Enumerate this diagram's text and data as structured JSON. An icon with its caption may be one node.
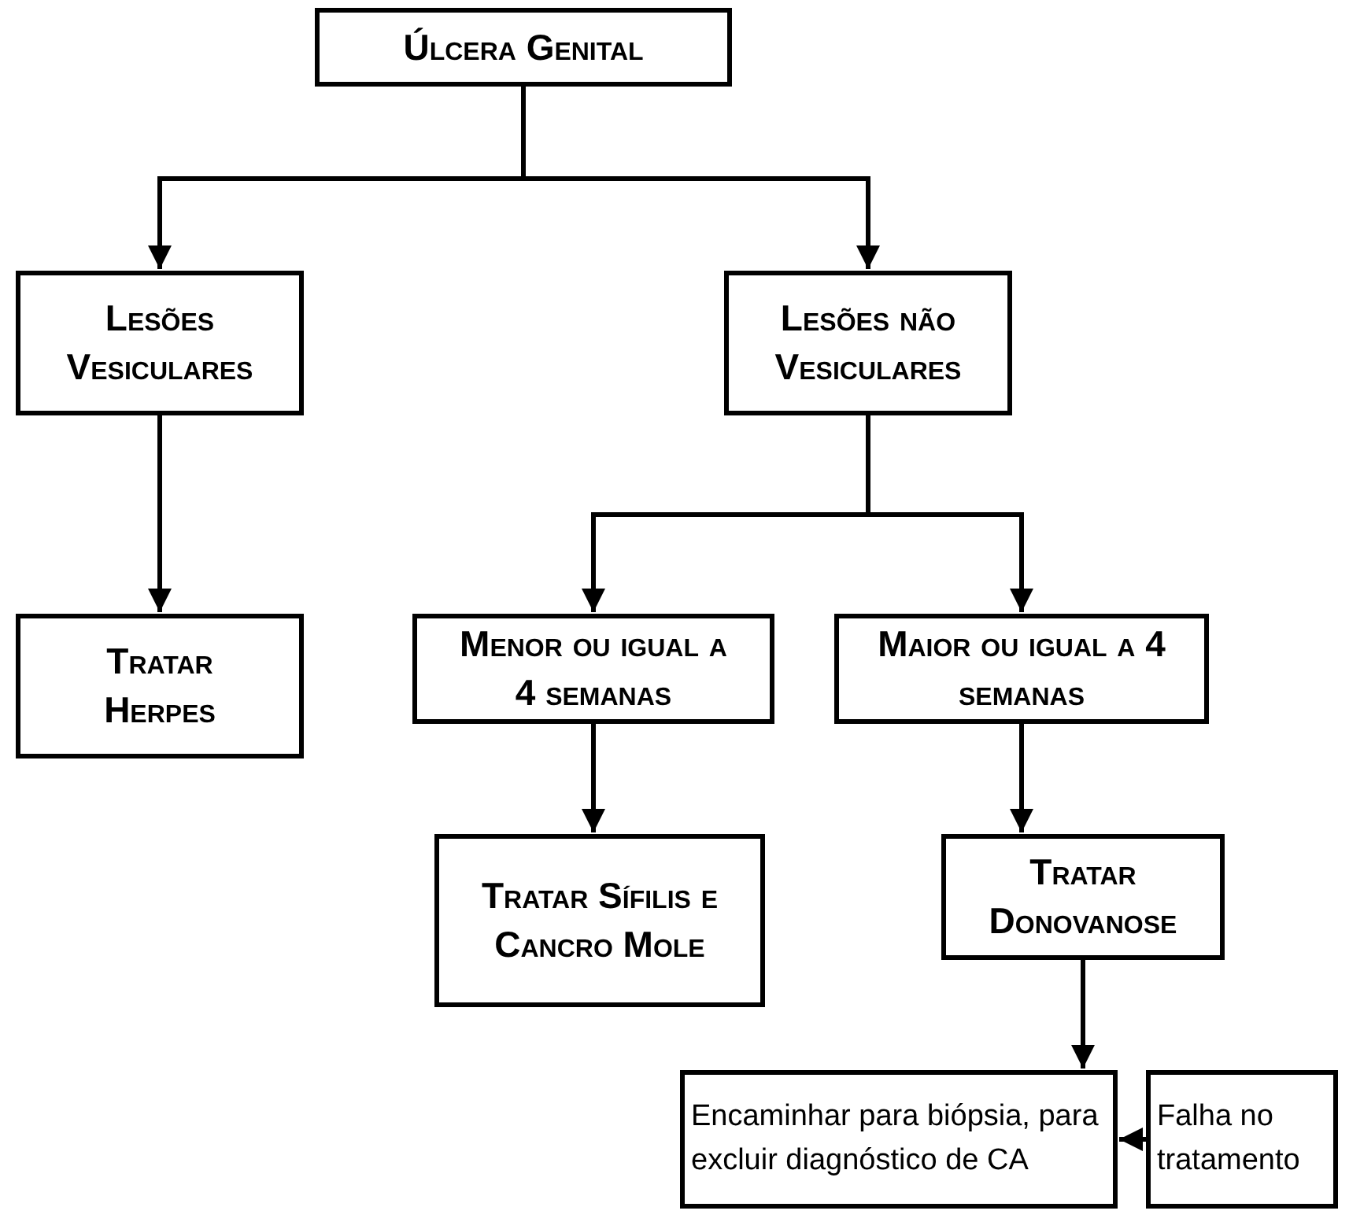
{
  "diagram": {
    "nodes": [
      {
        "text": [
          "Úlcera Genital"
        ]
      },
      {
        "text": [
          "Lesões Vesiculares"
        ]
      },
      {
        "text": [
          "Lesões não Vesiculares"
        ]
      },
      {
        "text": [
          "Tratar Herpes"
        ]
      },
      {
        "text": [
          "Menor ou igual a 4 semanas"
        ]
      },
      {
        "text": [
          "Maior ou igual a 4 semanas"
        ]
      },
      {
        "text": [
          "Tratar Sífilis e Cancro Mole"
        ]
      },
      {
        "text": [
          "Tratar Donovanose"
        ]
      },
      {
        "text": [
          "Encaminhar para biópsia, para excluir diagnóstico de CA"
        ]
      },
      {
        "text": [
          "Falha no tratamento"
        ]
      }
    ],
    "edges": [
      {
        "from": 0,
        "to": 1,
        "arrow": "to"
      },
      {
        "from": 0,
        "to": 2,
        "arrow": "to"
      },
      {
        "from": 1,
        "to": 3,
        "arrow": "to"
      },
      {
        "from": 2,
        "to": 4,
        "arrow": "to"
      },
      {
        "from": 2,
        "to": 5,
        "arrow": "to"
      },
      {
        "from": 4,
        "to": 6,
        "arrow": "to"
      },
      {
        "from": 5,
        "to": 7,
        "arrow": "to"
      },
      {
        "from": 7,
        "to": 8,
        "arrow": "to"
      },
      {
        "from": 9,
        "to": 8,
        "arrow": "to"
      }
    ]
  }
}
